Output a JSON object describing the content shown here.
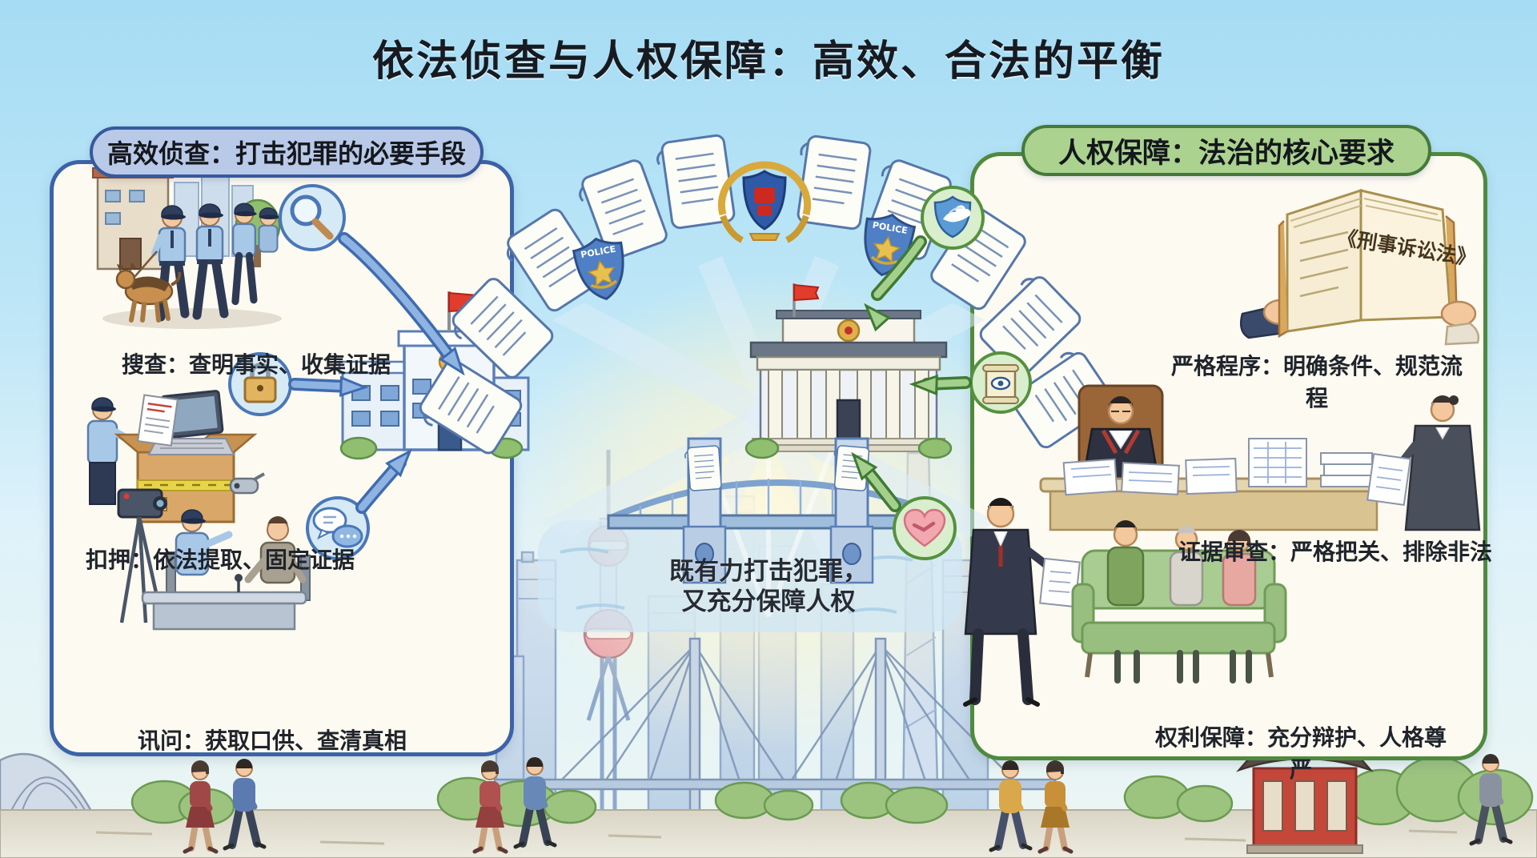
{
  "title": "依法侦查与人权保障：高效、合法的平衡",
  "left_panel": {
    "header": "高效侦查：打击犯罪的必要手段",
    "items": [
      {
        "icon": "magnifier",
        "caption": "搜查：查明事实、收集证据"
      },
      {
        "icon": "padlock",
        "caption": "扣押：依法提取、固定证据"
      },
      {
        "icon": "chat-bubbles",
        "caption": "讯问：获取口供、查清真相"
      }
    ]
  },
  "right_panel": {
    "header": "人权保障：法治的核心要求",
    "items": [
      {
        "icon": "shield-dove",
        "caption": "严格程序：明确条件、规范流程"
      },
      {
        "icon": "scroll-eye",
        "caption": "证据审查：严格把关、排除非法"
      },
      {
        "icon": "handshake-heart",
        "caption": "权利保障：充分辩护、人格尊严"
      }
    ]
  },
  "center": {
    "message_line1": "既有力打击犯罪，",
    "message_line2": "又充分保障人权",
    "badge_label": "POLICE",
    "book_title": "《刑事诉讼法》"
  },
  "colors": {
    "left_accent": "#3c63a8",
    "left_pill_fill": "#b9c9e8",
    "right_accent": "#4f8a3e",
    "right_pill_fill": "#abd28f",
    "panel_background": "#fdfaf1",
    "flag_red": "#e23c2c",
    "emblem_gold": "#e0b04a"
  }
}
